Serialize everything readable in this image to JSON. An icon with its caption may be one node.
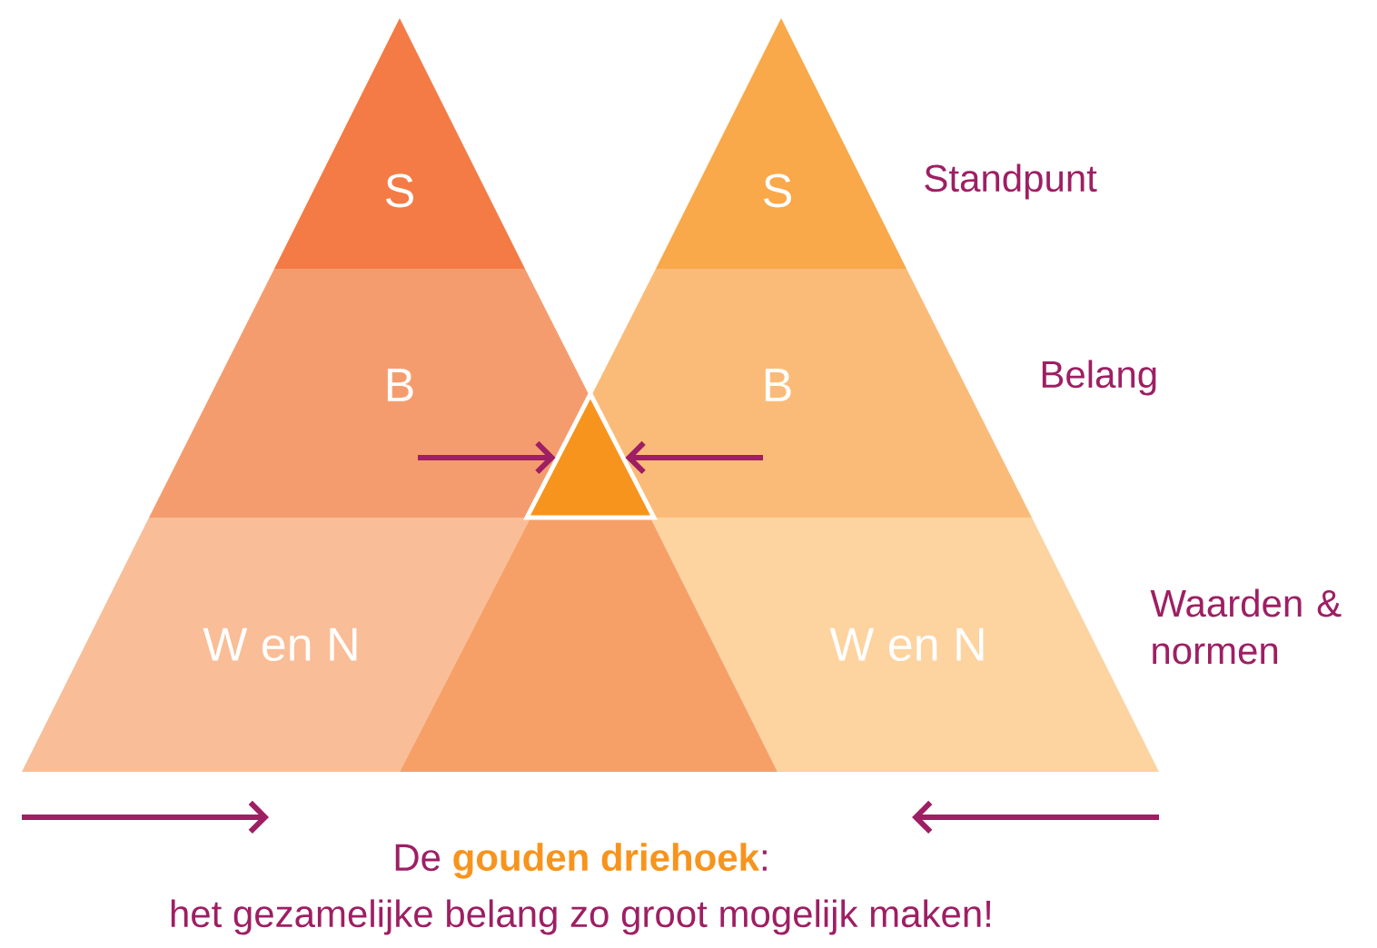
{
  "diagram": {
    "nodes": [
      {
        "text": [
          "S"
        ]
      },
      {
        "text": [
          "B"
        ]
      },
      {
        "text": [
          "W en N"
        ]
      },
      {
        "text": [
          "S"
        ],
        "beside": [
          "Standpunt"
        ]
      },
      {
        "text": [
          "B"
        ],
        "beside": [
          "Belang"
        ]
      },
      {
        "text": [
          "W en N"
        ],
        "beside": [
          "Waarden & normen"
        ]
      },
      {
        "text": [],
        "shape": "triangle"
      },
      {
        "text": [],
        "shape": "trapezoid"
      }
    ],
    "edges": [
      {
        "from": 1,
        "to": 6,
        "arrow": "to"
      },
      {
        "from": 4,
        "to": 6,
        "arrow": "to"
      }
    ],
    "labels": [
      "De **gouden driehoek**:",
      "het gezamelijke belang zo groot mogelijk maken!"
    ]
  }
}
